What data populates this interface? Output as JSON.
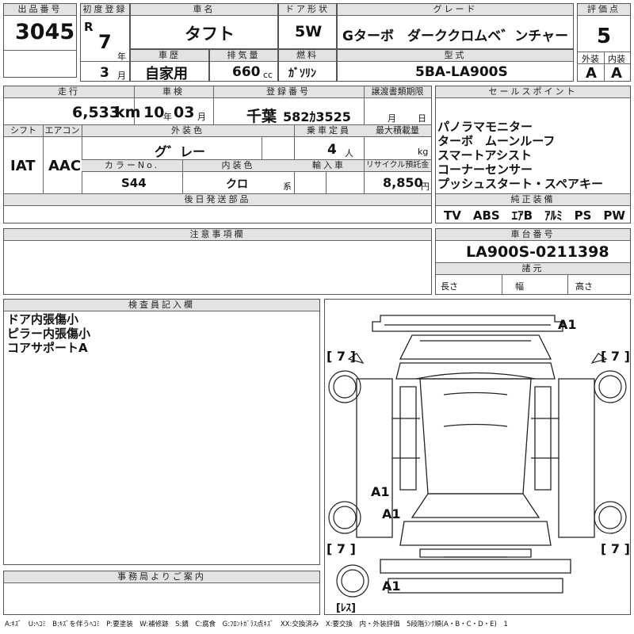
{
  "header": {
    "lot_label": "出品番号",
    "lot": "3045",
    "reg_label": "初度登録",
    "era": "R",
    "reg_year": "7",
    "year_unit": "年",
    "reg_month": "3",
    "month_unit": "月",
    "name_label": "車名",
    "name": "タフト",
    "door_label": "ドア形状",
    "door": "5W",
    "grade_label": "グレード",
    "grade": "Gターボ　ダーククロムベ゛ンチャー",
    "score_label": "評価点",
    "score": "5",
    "history_label": "車歴",
    "history": "自家用",
    "disp_label": "排気量",
    "disp": "660",
    "disp_unit": "cc",
    "fuel_label": "燃料",
    "fuel": "ｶﾞｿﾘﾝ",
    "model_label": "型式",
    "model": "5BA-LA900S",
    "ext_label": "外装",
    "ext": "A",
    "int_label": "内装",
    "int": "A"
  },
  "row2": {
    "mileage_label": "走行",
    "mileage": "6,533",
    "mileage_unit": "km",
    "inspection_label": "車検",
    "insp_year": "10",
    "insp_month": "03",
    "year_unit": "年",
    "month_unit": "月",
    "plate_label": "登録番号",
    "plate_pref": "千葉",
    "plate_num": "582ｶ3525",
    "transfer_label": "譲渡書類期限",
    "transfer_month_unit": "月",
    "transfer_day_unit": "日",
    "shift_label": "シフト",
    "shift": "IAT",
    "ac_label": "エアコン",
    "ac": "AAC",
    "color_label": "外装色",
    "color": "グ゛レー",
    "capacity_label": "乗車定員",
    "capacity": "4",
    "capacity_unit": "人",
    "load_label": "最大積載量",
    "load_unit": "kg",
    "colorno_label": "カラーNo.",
    "colorno": "S44",
    "intcolor_label": "内装色",
    "intcolor": "クロ",
    "intcolor_unit": "系",
    "import_label": "輸入車",
    "recycle_label": "リサイクル預託金",
    "recycle": "8,850",
    "recycle_unit": "円",
    "later_label": "後日発送部品"
  },
  "sales": {
    "label": "セールスポイント",
    "items": [
      "パノラマモニター",
      "ターボ　ムーンルーフ",
      "スマートアシスト",
      "コーナーセンサー",
      "プッシュスタート・スペアキー"
    ],
    "equip_label": "純正装備",
    "equip": "TV　ABS　ｴｱB　ｱﾙﾐ　PS　PW"
  },
  "notes": {
    "label": "注意事項欄"
  },
  "chassis": {
    "label": "車台番号",
    "number": "LA900S-0211398",
    "spec_label": "諸元",
    "len_label": "長さ",
    "width_label": "幅",
    "height_label": "高さ"
  },
  "inspector": {
    "label": "検査員記入欄",
    "lines": [
      "ドア内張傷小",
      "ピラー内張傷小",
      "コアサポートA"
    ]
  },
  "office": {
    "label": "事務局よりご案内"
  },
  "diagram": {
    "marks": [
      "A1",
      "A1",
      "A1",
      "A1"
    ],
    "tires": [
      "[ 7 ]",
      "[ 7 ]",
      "[ 7 ]",
      "[ 7 ]"
    ],
    "spare": "[ﾚｽ]"
  },
  "legend": "A:ｷｽﾞ　U:ﾍｺﾐ　B:ｷｽﾞを伴うﾍｺﾐ　P:要塗装　W:補修跡　S:錆　C:腐食　G:ﾌﾛﾝﾄｶﾞﾗｽ点ｷｽﾞ　XX:交換済み　X:要交換　内・外装評価　5段階ﾗﾝｸ順(A・B・C・D・E)　1"
}
